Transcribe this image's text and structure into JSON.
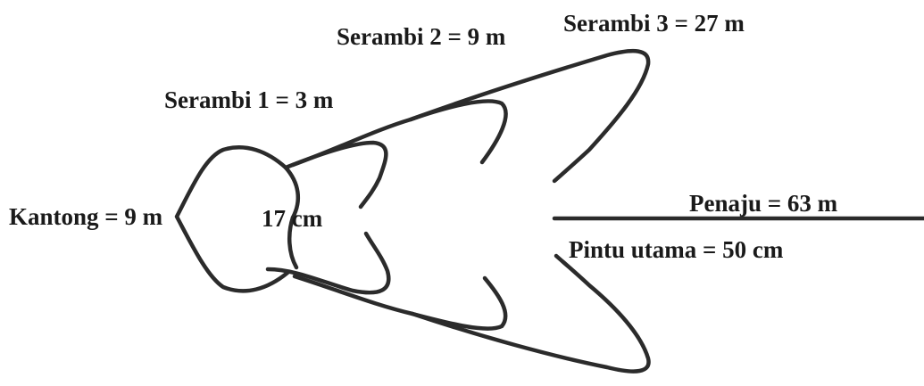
{
  "diagram": {
    "labels": {
      "kantong": "Kantong = 9 m",
      "mouth_width": "17 cm",
      "serambi_1": "Serambi 1 = 3 m",
      "serambi_2": "Serambi 2 = 9 m",
      "serambi_3": "Serambi 3 = 27 m",
      "penaju": "Penaju = 63 m",
      "pintu_utama": "Pintu utama = 50 cm"
    },
    "line_color": "#2b2b2b"
  }
}
